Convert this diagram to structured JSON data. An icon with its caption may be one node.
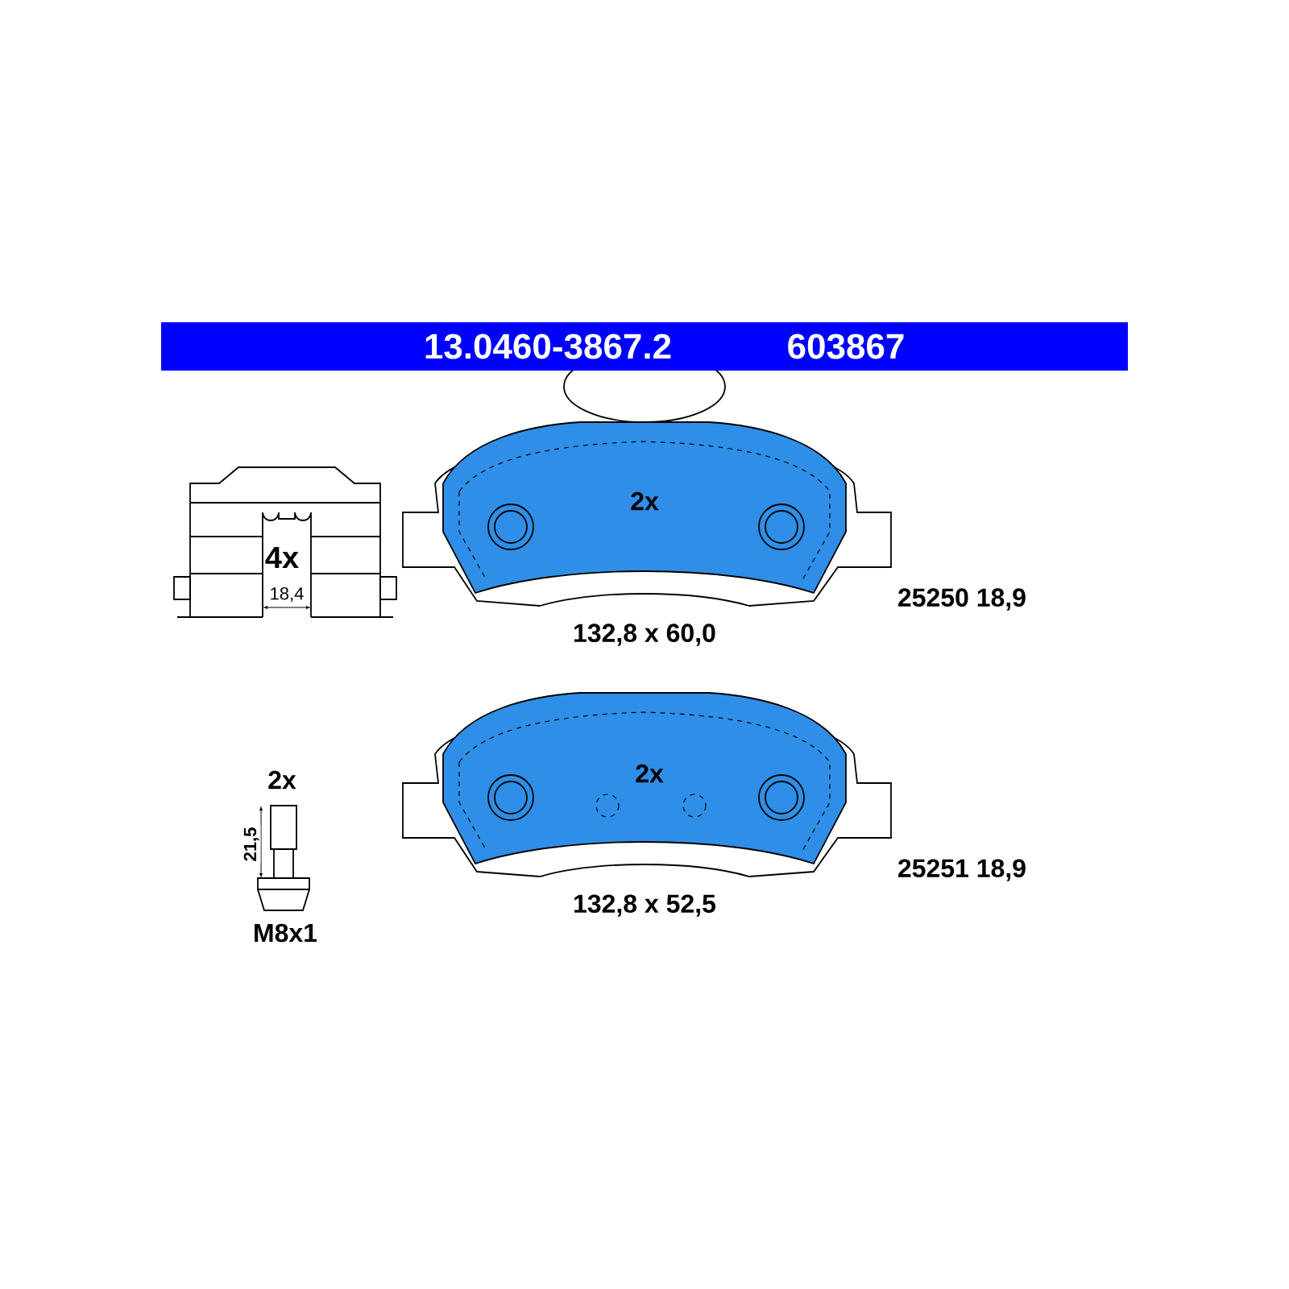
{
  "diagram": {
    "nodes": [
      {
        "text": [
          "2x"
        ],
        "beside": [
          "132,8 x 60,0",
          "25250 18,9"
        ]
      },
      {
        "text": [
          "2x"
        ],
        "beside": [
          "132,8 x 52,5",
          "25251 18,9"
        ]
      }
    ],
    "labels": [
      "13.0460-3867.2",
      "603867",
      "4x",
      "18,4",
      "2x",
      "21,5",
      "M8x1"
    ]
  }
}
